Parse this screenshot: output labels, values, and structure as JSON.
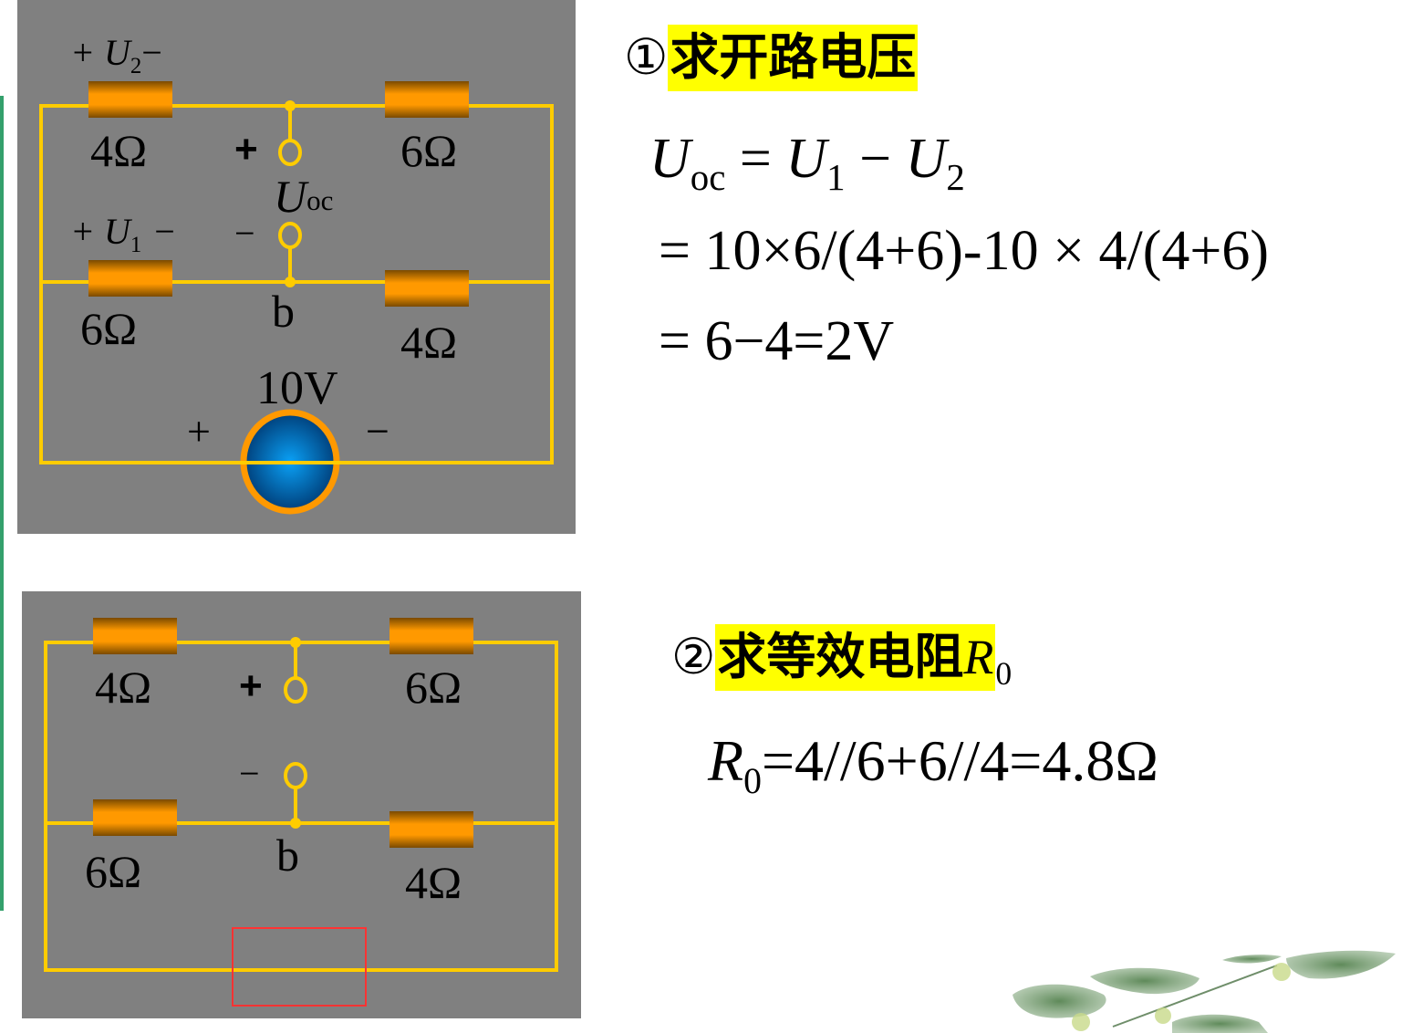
{
  "slide": {
    "colors": {
      "panel_bg": "#808080",
      "wire": "#ffcc00",
      "resistor": "#ff9900",
      "source_fill": "#0080d0",
      "source_ring": "#ff9900",
      "highlight": "#ffff00",
      "green_bar": "#34a06c",
      "red_box": "#ff3333"
    },
    "circuit1": {
      "u2_label": "+ U",
      "u2_sub": "2",
      "u2_minus": "−",
      "u1_label": "+ U",
      "u1_sub": "1",
      "u1_minus": "−",
      "r_top_left": "4Ω",
      "r_top_right": "6Ω",
      "r_bot_left": "6Ω",
      "r_bot_right": "4Ω",
      "plus_terminal": "+",
      "minus_terminal": "−",
      "uoc_label": "U",
      "uoc_sub": "oc",
      "node_b": "b",
      "source_value": "10V",
      "source_plus": "+",
      "source_minus": "−"
    },
    "circuit2": {
      "r_top_left": "4Ω",
      "r_top_right": "6Ω",
      "r_bot_left": "6Ω",
      "r_bot_right": "4Ω",
      "plus_terminal": "+",
      "minus_terminal": "−",
      "node_b": "b"
    },
    "step1": {
      "number": "①",
      "title": "求开路电压",
      "eq1_lhs": "U",
      "eq1_lhs_sub": "oc",
      "eq1_eq": " = ",
      "eq1_u1": "U",
      "eq1_u1_sub": "1",
      "eq1_minus": " − ",
      "eq1_u2": "U",
      "eq1_u2_sub": "2",
      "eq2": "= 10×6/(4+6)-10 × 4/(4+6)",
      "eq3": "= 6−4=2V"
    },
    "step2": {
      "number": "②",
      "title": "求等效电阻",
      "title_sym": "R",
      "title_sub": "0",
      "eq_lhs": "R",
      "eq_lhs_sub": "0",
      "eq_rhs": "=4//6+6//4=4.8Ω"
    }
  }
}
